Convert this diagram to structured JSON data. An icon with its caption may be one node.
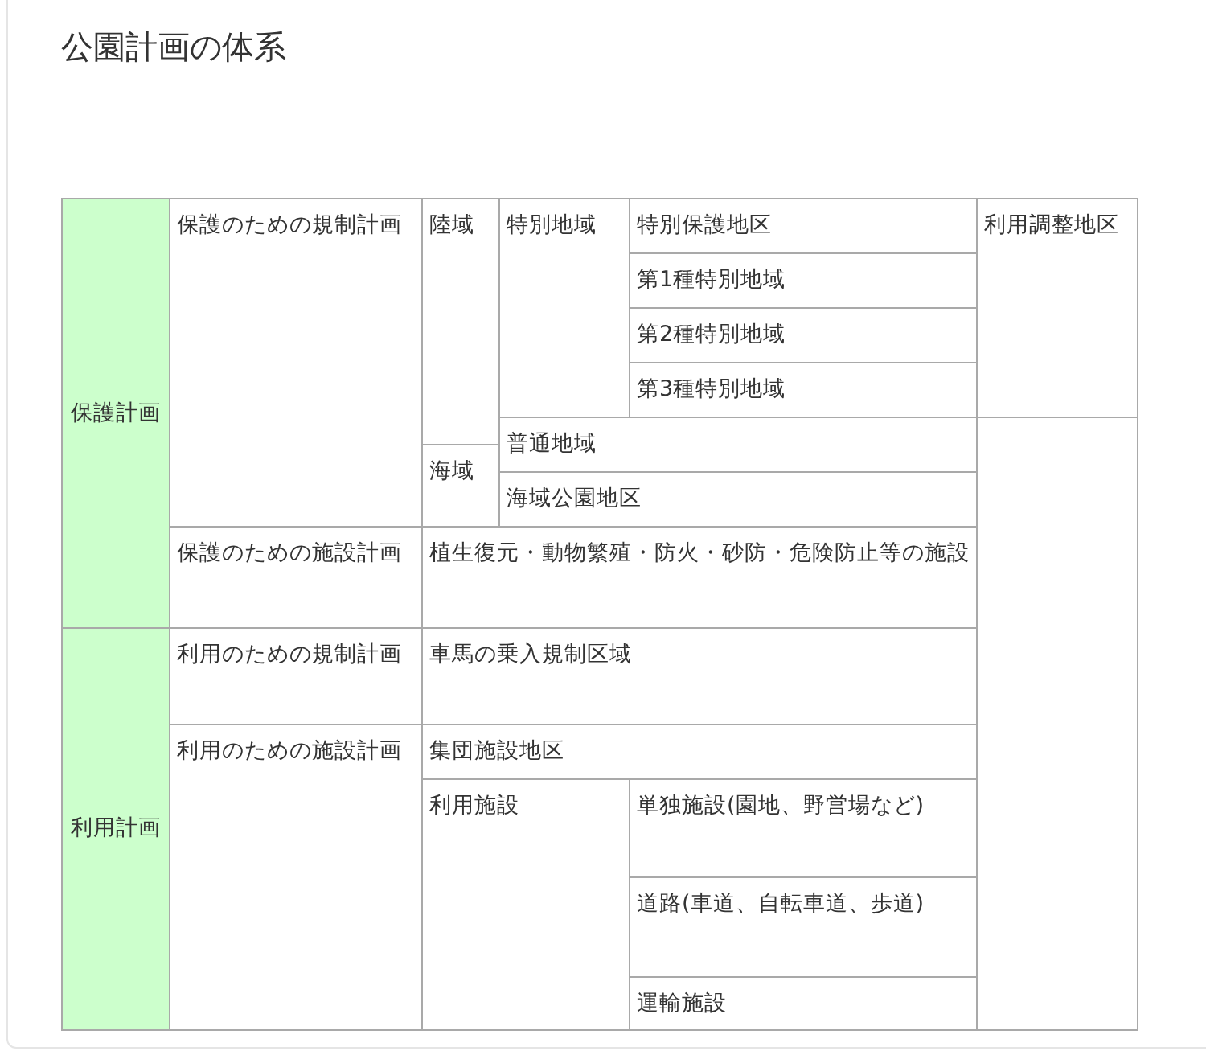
{
  "diagram": {
    "title": "公園計画の体系",
    "labels": [
      "保護計画",
      "保護のための規制計画",
      "陸域",
      "特別地域",
      "特別保護地区",
      "利用調整地区",
      "第1種特別地域",
      "第2種特別地域",
      "第3種特別地域",
      "海域",
      "普通地域",
      "海域公園地区",
      "保護のための施設計画",
      "植生復元・動物繁殖・防火・砂防・危険防止等の施設",
      "利用計画",
      "利用のための規制計画",
      "車馬の乗入規制区域",
      "利用のための施設計画",
      "集団施設地区",
      "利用施設",
      "単独施設(園地、野営場など)",
      "道路(車道、自転車道、歩道)",
      "運輸施設"
    ]
  }
}
